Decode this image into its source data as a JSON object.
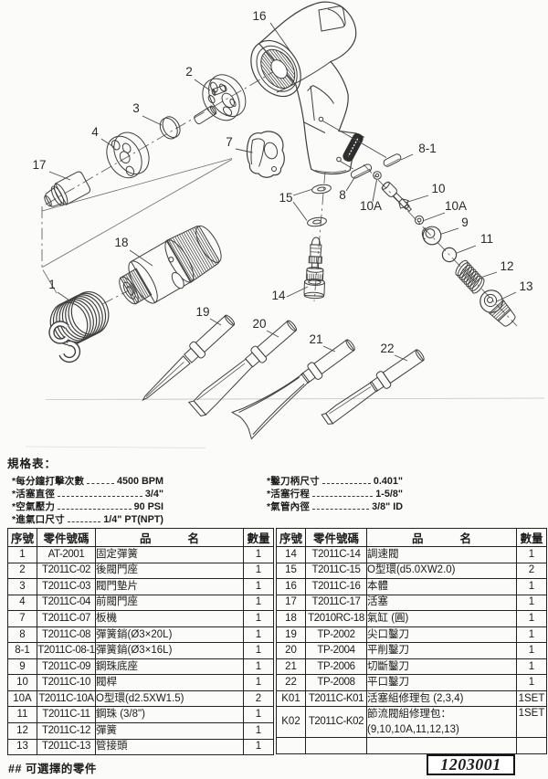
{
  "page": {
    "background": "#fbfbf9",
    "ink": "#1b1b1b",
    "line": "#3f3f3f"
  },
  "diagram": {
    "description": "exploded-view drawing of air hammer",
    "callouts": [
      {
        "label": "16"
      },
      {
        "label": "2"
      },
      {
        "label": "3"
      },
      {
        "label": "4"
      },
      {
        "label": "17"
      },
      {
        "label": "18"
      },
      {
        "label": "1"
      },
      {
        "label": "7"
      },
      {
        "label": "8-1"
      },
      {
        "label": "8"
      },
      {
        "label": "15"
      },
      {
        "label": "10A"
      },
      {
        "label": "10"
      },
      {
        "label": "10A"
      },
      {
        "label": "9"
      },
      {
        "label": "11"
      },
      {
        "label": "12"
      },
      {
        "label": "13"
      },
      {
        "label": "14"
      },
      {
        "label": "19"
      },
      {
        "label": "20"
      },
      {
        "label": "21"
      },
      {
        "label": "22"
      }
    ]
  },
  "specs": {
    "title": "規格表：",
    "left": [
      {
        "label": "*每分鐘打擊次數",
        "value": "4500 BPM"
      },
      {
        "label": "*活塞直徑",
        "value": "3/4\""
      },
      {
        "label": "*空氣壓力",
        "value": "90 PSI"
      },
      {
        "label": "*進氣口尺寸",
        "value": "1/4\" PT(NPT)"
      }
    ],
    "right": [
      {
        "label": "*鑿刀柄尺寸",
        "value": "0.401\""
      },
      {
        "label": "*活塞行程",
        "value": "1-5/8\""
      },
      {
        "label": "*氣管內徑",
        "value": "3/8\" ID"
      }
    ]
  },
  "parts_table": {
    "headers": [
      "序號",
      "零件號碼",
      "品名",
      "數量"
    ],
    "left_rows": [
      {
        "no": "1",
        "part_no": "AT-2001",
        "name": "固定彈簧",
        "qty": "1"
      },
      {
        "no": "2",
        "part_no": "T2011C-02",
        "name": "後閥門座",
        "qty": "1"
      },
      {
        "no": "3",
        "part_no": "T2011C-03",
        "name": "閥門墊片",
        "qty": "1"
      },
      {
        "no": "4",
        "part_no": "T2011C-04",
        "name": "前閥門座",
        "qty": "1"
      },
      {
        "no": "7",
        "part_no": "T2011C-07",
        "name": "板機",
        "qty": "1"
      },
      {
        "no": "8",
        "part_no": "T2011C-08",
        "name": "彈簧銷(Ø3×20L)",
        "qty": "1"
      },
      {
        "no": "8-1",
        "part_no": "T2011C-08-1",
        "name": "彈簧銷(Ø3×16L)",
        "qty": "1"
      },
      {
        "no": "9",
        "part_no": "T2011C-09",
        "name": "鋼珠底座",
        "qty": "1"
      },
      {
        "no": "10",
        "part_no": "T2011C-10",
        "name": "閥桿",
        "qty": "1"
      },
      {
        "no": "10A",
        "part_no": "T2011C-10A",
        "name": "O型環(d2.5XW1.5)",
        "qty": "2"
      },
      {
        "no": "11",
        "part_no": "T2011C-11",
        "name": "鋼珠 (3/8\")",
        "qty": "1"
      },
      {
        "no": "12",
        "part_no": "T2011C-12",
        "name": "彈簧",
        "qty": "1"
      },
      {
        "no": "13",
        "part_no": "T2011C-13",
        "name": "管接頭",
        "qty": "1"
      }
    ],
    "right_rows": [
      {
        "no": "14",
        "part_no": "T2011C-14",
        "name": "調速閥",
        "qty": "1"
      },
      {
        "no": "15",
        "part_no": "T2011C-15",
        "name": "O型環(d5.0XW2.0)",
        "qty": "2"
      },
      {
        "no": "16",
        "part_no": "T2011C-16",
        "name": "本體",
        "qty": "1"
      },
      {
        "no": "17",
        "part_no": "T2011C-17",
        "name": "活塞",
        "qty": "1"
      },
      {
        "no": "18",
        "part_no": "T2010RC-18",
        "name": "氣缸 (圓)",
        "qty": "1"
      },
      {
        "no": "19",
        "part_no": "TP-2002",
        "name": "尖口鑿刀",
        "qty": "1"
      },
      {
        "no": "20",
        "part_no": "TP-2004",
        "name": "平削鑿刀",
        "qty": "1"
      },
      {
        "no": "21",
        "part_no": "TP-2006",
        "name": "切斷鑿刀",
        "qty": "1"
      },
      {
        "no": "22",
        "part_no": "TP-2008",
        "name": "平口鑿刀",
        "qty": "1"
      },
      {
        "no": "K01",
        "part_no": "T2011C-K01",
        "name": "活塞組修理包  (2,3,4)",
        "qty": "1SET"
      },
      {
        "no": "K02",
        "part_no": "T2011C-K02",
        "name": "節流閥組修理包：",
        "name2": "(9,10,10A,11,12,13)",
        "qty": "1SET"
      }
    ]
  },
  "footnote": "##  可選擇的零件",
  "doc_number": "1203001"
}
